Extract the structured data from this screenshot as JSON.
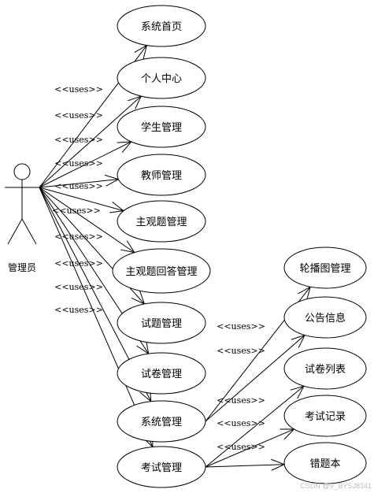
{
  "actor": {
    "label": "管理员"
  },
  "relation_label": "<<uses>>",
  "use_cases": [
    {
      "id": "uc1",
      "label": "系统首页"
    },
    {
      "id": "uc2",
      "label": "个人中心"
    },
    {
      "id": "uc3",
      "label": "学生管理"
    },
    {
      "id": "uc4",
      "label": "教师管理"
    },
    {
      "id": "uc5",
      "label": "主观题管理"
    },
    {
      "id": "uc6",
      "label": "主观题回答管理"
    },
    {
      "id": "uc7",
      "label": "试题管理"
    },
    {
      "id": "uc8",
      "label": "试卷管理"
    },
    {
      "id": "uc9",
      "label": "系统管理"
    },
    {
      "id": "uc10",
      "label": "考试管理"
    }
  ],
  "sub_use_cases": [
    {
      "id": "s1",
      "label": "轮播图管理",
      "parent": "uc9"
    },
    {
      "id": "s2",
      "label": "公告信息",
      "parent": "uc9"
    },
    {
      "id": "s3",
      "label": "试卷列表",
      "parent": "uc10"
    },
    {
      "id": "s4",
      "label": "考试记录",
      "parent": "uc10"
    },
    {
      "id": "s5",
      "label": "错题本",
      "parent": "uc10"
    }
  ],
  "watermark": "CSDN @V_BYSJ8341"
}
